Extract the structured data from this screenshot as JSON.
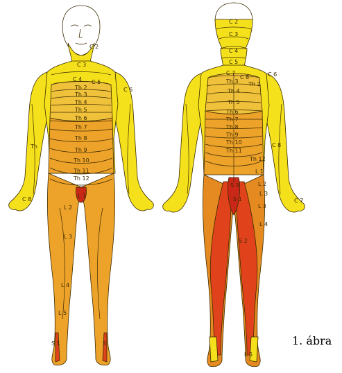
{
  "caption": "1. ábra",
  "colors": {
    "background": "#ffffff",
    "yellow": "#f5e11b",
    "light_orange": "#f0c13a",
    "orange": "#eda22a",
    "dark_orange": "#e58a20",
    "red_orange": "#e0421c",
    "red": "#c92818",
    "outline": "#3a2a00"
  },
  "front": {
    "labels": [
      "C 2",
      "C 3",
      "C 4",
      "C 5",
      "C 6",
      "Th 2",
      "Th 3",
      "Th 4",
      "Th 5",
      "Th 6",
      "Th 7",
      "Th 8",
      "Th 9",
      "Th 10",
      "Th 11",
      "Th 12",
      "L 1",
      "L 2",
      "L 3",
      "L 4",
      "L 5",
      "S 1",
      "S",
      "C 8",
      "Th"
    ]
  },
  "back": {
    "labels": [
      "C 2",
      "C 3",
      "C 4",
      "C 5",
      "C 7",
      "C 8",
      "C 6",
      "Th 2",
      "Th 3",
      "Th 4",
      "Th 5",
      "Th 6",
      "Th 7",
      "Th 8",
      "Th 9",
      "Th 10",
      "Th 11",
      "Th 12",
      "L 1",
      "L 2",
      "L 3",
      "S 1",
      "S 2",
      "S 3",
      "L 5",
      "C 7",
      "C 8",
      "L 4",
      "L 3"
    ]
  }
}
